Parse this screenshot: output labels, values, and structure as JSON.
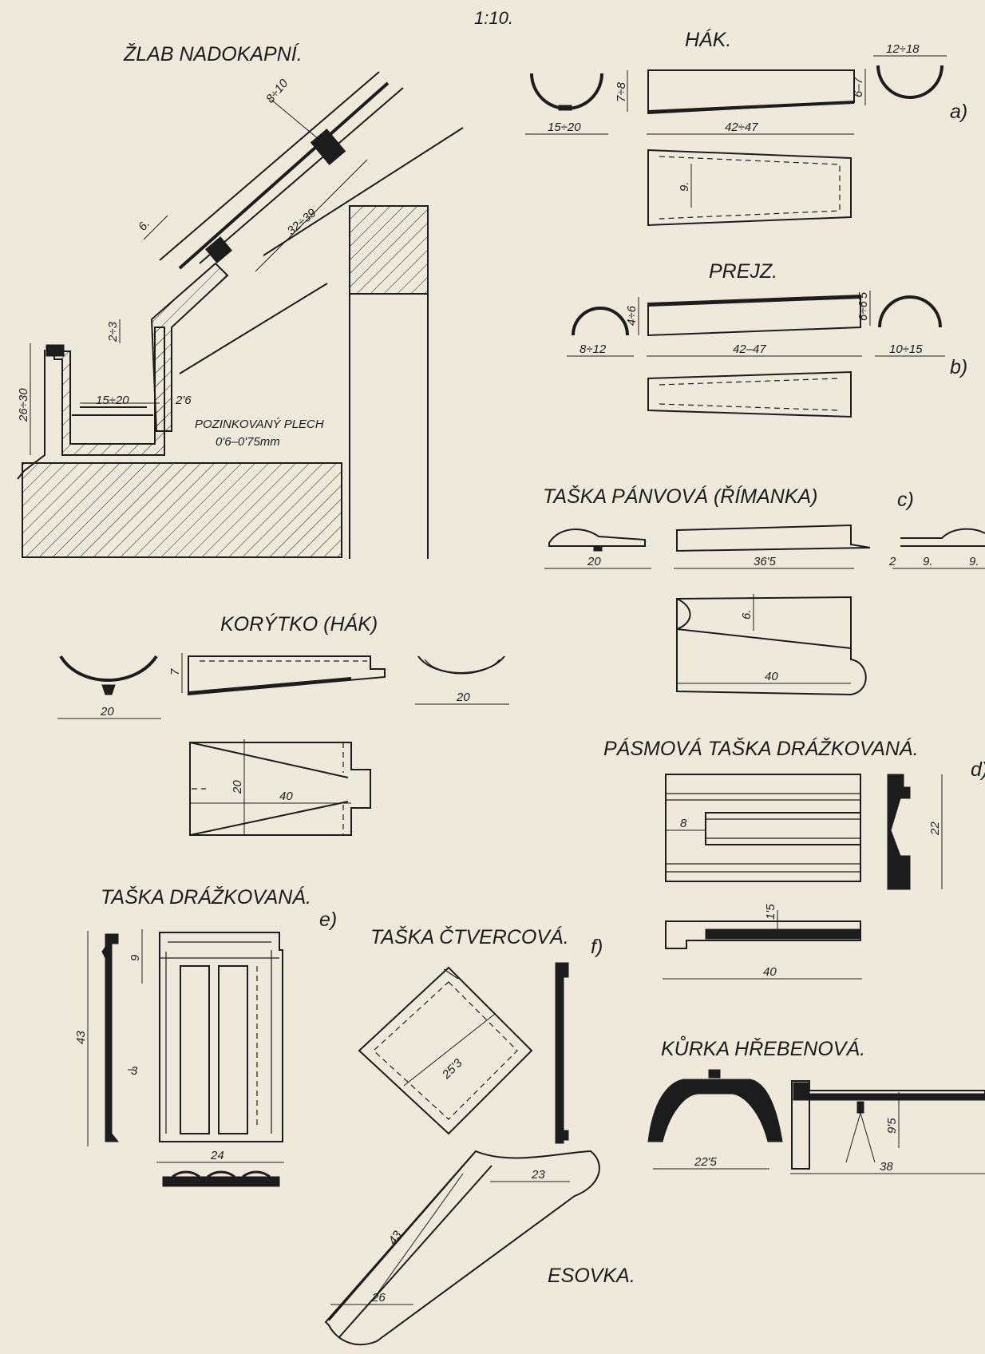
{
  "scale": "1:10.",
  "zlab": {
    "title": "ŽLAB NADOKAPNÍ.",
    "d_8_10": "8÷10",
    "d_6": "6.",
    "d_32_39": "32÷39",
    "d_2_3": "2÷3",
    "d_26_30": "26÷30",
    "d_15_20": "15÷20",
    "d_2_6": "2'6",
    "material_line1": "POZINKOVANÝ PLECH",
    "material_line2": "0'6–0'75mm"
  },
  "hak": {
    "title": "HÁK.",
    "letter": "a)",
    "d_15_20": "15÷20",
    "d_7_8": "7÷8",
    "d_42_47": "42÷47",
    "d_6_7": "6–7",
    "d_12_18": "12÷18",
    "d_9": "9."
  },
  "prejz": {
    "title": "PREJZ.",
    "letter": "b)",
    "d_8_12": "8÷12",
    "d_4_6": "4÷6",
    "d_42_47": "42–47",
    "d_6_65": "6÷6'5",
    "d_10_15": "10÷15"
  },
  "panvova": {
    "title": "TAŠKA PÁNVOVÁ (ŘÍMANKA)",
    "letter": "c)",
    "d_20": "20",
    "d_365": "36'5",
    "d_2": "2",
    "d_9a": "9.",
    "d_9b": "9.",
    "d_6": "6.",
    "d_40": "40"
  },
  "korytko": {
    "title": "KORÝTKO (HÁK)",
    "d_20a": "20",
    "d_7": "7",
    "d_20b": "20",
    "d_20c": "20",
    "d_40": "40"
  },
  "pasmova": {
    "title": "PÁSMOVÁ TAŠKA DRÁŽKOVANÁ.",
    "letter": "d)",
    "d_8": "8",
    "d_22": "22",
    "d_15": "1'5",
    "d_40": "40"
  },
  "drazkovana": {
    "title": "TAŠKA DRÁŽKOVANÁ.",
    "letter": "e)",
    "d_9": "9",
    "d_43": "43",
    "d_3": "3",
    "d_24": "24"
  },
  "ctvercova": {
    "title": "TAŠKA ČTVERCOVÁ.",
    "letter": "f)",
    "d_253": "25'3"
  },
  "kurka": {
    "title": "KŮRKA HŘEBENOVÁ.",
    "d_225": "22'5",
    "d_95": "9'5",
    "d_38": "38"
  },
  "esovka": {
    "title": "ESOVKA.",
    "d_43": "43",
    "d_23": "23",
    "d_26": "26"
  }
}
